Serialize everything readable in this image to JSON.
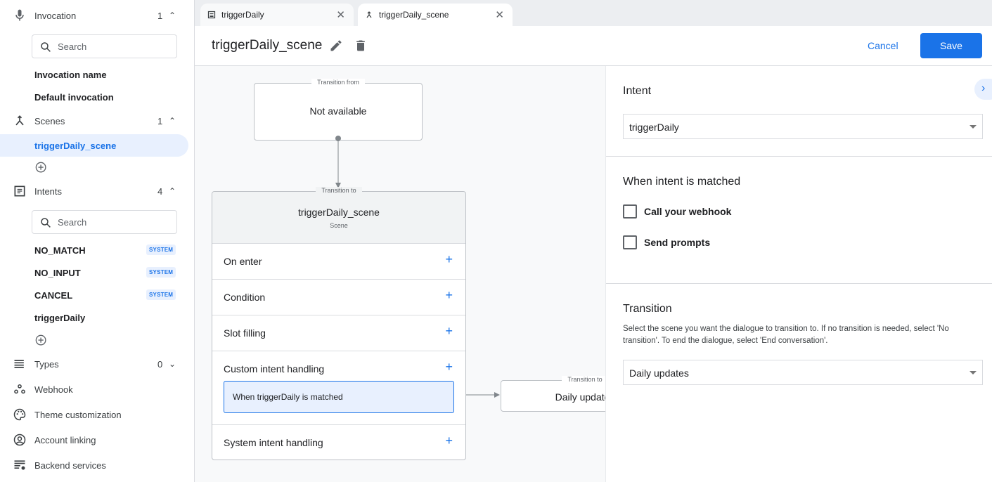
{
  "sidebar": {
    "invocation": {
      "label": "Invocation",
      "count": "1",
      "search_placeholder": "Search",
      "items": [
        "Invocation name",
        "Default invocation"
      ]
    },
    "scenes": {
      "label": "Scenes",
      "count": "1",
      "items": [
        "triggerDaily_scene"
      ],
      "selected": "triggerDaily_scene"
    },
    "intents": {
      "label": "Intents",
      "count": "4",
      "search_placeholder": "Search",
      "items": [
        {
          "name": "NO_MATCH",
          "badge": "SYSTEM"
        },
        {
          "name": "NO_INPUT",
          "badge": "SYSTEM"
        },
        {
          "name": "CANCEL",
          "badge": "SYSTEM"
        },
        {
          "name": "triggerDaily",
          "badge": ""
        }
      ]
    },
    "types": {
      "label": "Types",
      "count": "0"
    },
    "webhook": "Webhook",
    "theme": "Theme customization",
    "account": "Account linking",
    "backend": "Backend services"
  },
  "tabs": [
    {
      "label": "triggerDaily",
      "icon": "intent-list-icon",
      "active": false
    },
    {
      "label": "triggerDaily_scene",
      "icon": "scene-merge-icon",
      "active": true
    }
  ],
  "header": {
    "title": "triggerDaily_scene",
    "cancel": "Cancel",
    "save": "Save"
  },
  "canvas": {
    "from": {
      "label": "Transition from",
      "value": "Not available"
    },
    "scene": {
      "label": "Transition to",
      "name": "triggerDaily_scene",
      "sub": "Scene",
      "rows": [
        "On enter",
        "Condition",
        "Slot filling",
        "Custom intent handling",
        "System intent handling"
      ],
      "handler": "When triggerDaily is matched"
    },
    "target": {
      "label": "Transition to",
      "value": "Daily updates"
    }
  },
  "panel": {
    "intent_title": "Intent",
    "intent_value": "triggerDaily",
    "matched_title": "When intent is matched",
    "checkboxes": [
      {
        "label": "Call your webhook",
        "checked": false
      },
      {
        "label": "Send prompts",
        "checked": false
      }
    ],
    "transition_title": "Transition",
    "transition_desc": "Select the scene you want the dialogue to transition to. If no transition is needed, select 'No transition'. To end the dialogue, select 'End conversation'.",
    "transition_value": "Daily updates"
  },
  "colors": {
    "accent": "#1a73e8",
    "selected_bg": "#e8f0fe",
    "canvas_bg": "#f8f9fa"
  }
}
